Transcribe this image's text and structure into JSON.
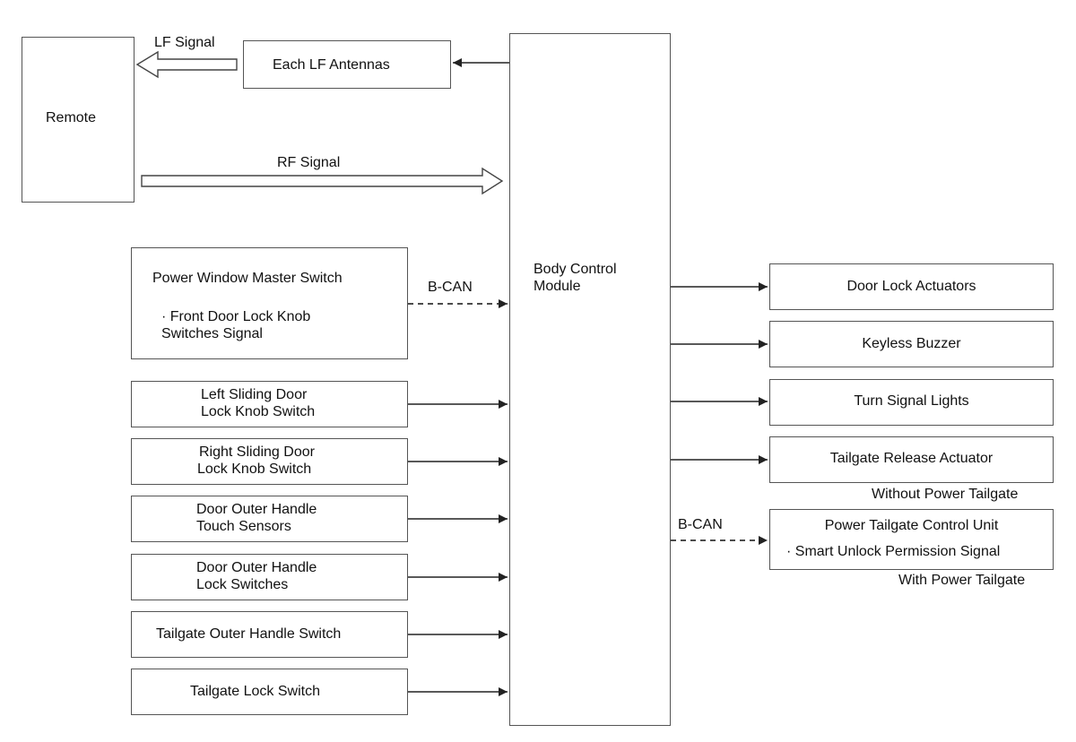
{
  "diagram": {
    "remote": "Remote",
    "lf_signal": "LF Signal",
    "lf_antennas": "Each LF Antennas",
    "rf_signal": "RF Signal",
    "bcm_line1": "Body Control",
    "bcm_line2": "Module",
    "pwm_title": "Power Window Master Switch",
    "pwm_sub1": "· Front Door Lock Knob",
    "pwm_sub2": "Switches Signal",
    "bcan_left": "B-CAN",
    "left_slide_1": "Left Sliding Door",
    "left_slide_2": "Lock Knob Switch",
    "right_slide_1": "Right Sliding Door",
    "right_slide_2": "Lock Knob Switch",
    "touch_1": "Door Outer Handle",
    "touch_2": "Touch Sensors",
    "lockswitch_1": "Door Outer Handle",
    "lockswitch_2": "Lock Switches",
    "tailgate_handle": "Tailgate Outer Handle Switch",
    "tailgate_lock": "Tailgate Lock Switch",
    "door_lock_actuators": "Door Lock Actuators",
    "keyless_buzzer": "Keyless Buzzer",
    "turn_signal_lights": "Turn Signal Lights",
    "tailgate_release": "Tailgate Release Actuator",
    "without_power_tailgate": "Without Power Tailgate",
    "bcan_right": "B-CAN",
    "ptcu_title": "Power Tailgate Control Unit",
    "ptcu_sub": "· Smart Unlock Permission Signal",
    "with_power_tailgate": "With Power Tailgate"
  }
}
